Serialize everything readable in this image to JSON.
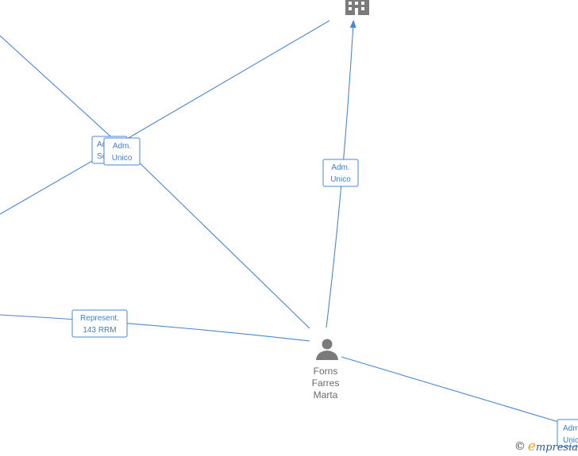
{
  "person": {
    "name_lines": [
      "Forns",
      "Farres",
      "Marta"
    ],
    "icon": "person-icon"
  },
  "company": {
    "icon": "building-icon"
  },
  "edge_labels": [
    {
      "id": "left-top-back",
      "lines": [
        "Adm.",
        "Solid."
      ]
    },
    {
      "id": "left-top-front",
      "lines": [
        "Adm.",
        "Unico"
      ]
    },
    {
      "id": "center",
      "lines": [
        "Adm.",
        "Unico"
      ]
    },
    {
      "id": "represent",
      "lines": [
        "Represent.",
        "143 RRM"
      ]
    },
    {
      "id": "bottom-right",
      "lines": [
        "Adm.",
        "Unico"
      ]
    }
  ],
  "watermark": {
    "copyright": "©",
    "brand_initial": "e",
    "brand_rest": "mpresia"
  },
  "colors": {
    "edge": "#4a86d4",
    "node_icon": "#7a7a7a",
    "label_text": "#3f7fcf",
    "brand": "#e8a21a"
  }
}
